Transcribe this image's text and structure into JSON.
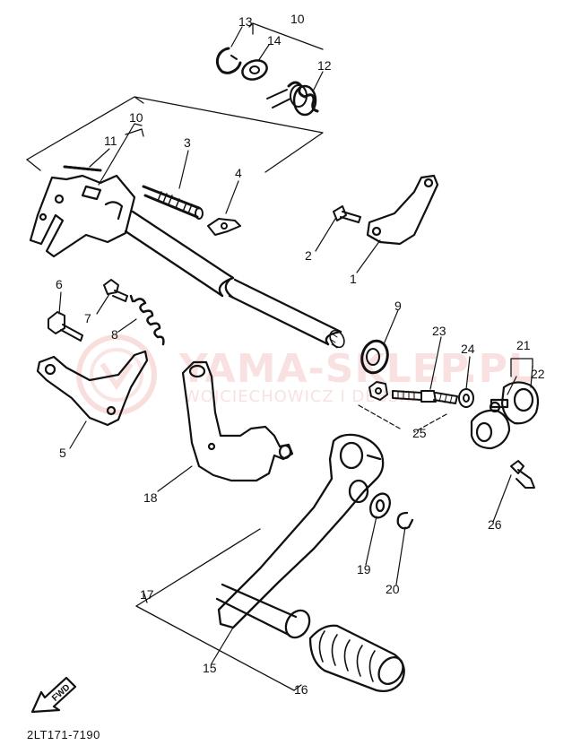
{
  "watermark": {
    "main": "YAMA-SKLEP.PL",
    "sub": "WOJCIECHOWICZ I DEBSKI"
  },
  "parts": [
    {
      "id": "n13",
      "label": "13"
    },
    {
      "id": "n10a",
      "label": "10"
    },
    {
      "id": "n14",
      "label": "14"
    },
    {
      "id": "n12",
      "label": "12"
    },
    {
      "id": "n10b",
      "label": "10"
    },
    {
      "id": "n11",
      "label": "11"
    },
    {
      "id": "n3",
      "label": "3"
    },
    {
      "id": "n4",
      "label": "4"
    },
    {
      "id": "n2",
      "label": "2"
    },
    {
      "id": "n1",
      "label": "1"
    },
    {
      "id": "n6",
      "label": "6"
    },
    {
      "id": "n7",
      "label": "7"
    },
    {
      "id": "n8",
      "label": "8"
    },
    {
      "id": "n9",
      "label": "9"
    },
    {
      "id": "n23",
      "label": "23"
    },
    {
      "id": "n24",
      "label": "24"
    },
    {
      "id": "n21",
      "label": "21"
    },
    {
      "id": "n22",
      "label": "22"
    },
    {
      "id": "n25",
      "label": "25"
    },
    {
      "id": "n5",
      "label": "5"
    },
    {
      "id": "n18",
      "label": "18"
    },
    {
      "id": "n26",
      "label": "26"
    },
    {
      "id": "n19",
      "label": "19"
    },
    {
      "id": "n20",
      "label": "20"
    },
    {
      "id": "n17",
      "label": "17"
    },
    {
      "id": "n15",
      "label": "15"
    },
    {
      "id": "n16",
      "label": "16"
    }
  ],
  "fwd_label": "FWD",
  "footer": "2LT171-7190",
  "colors": {
    "ink": "#111111",
    "watermark": "#dc4646"
  }
}
